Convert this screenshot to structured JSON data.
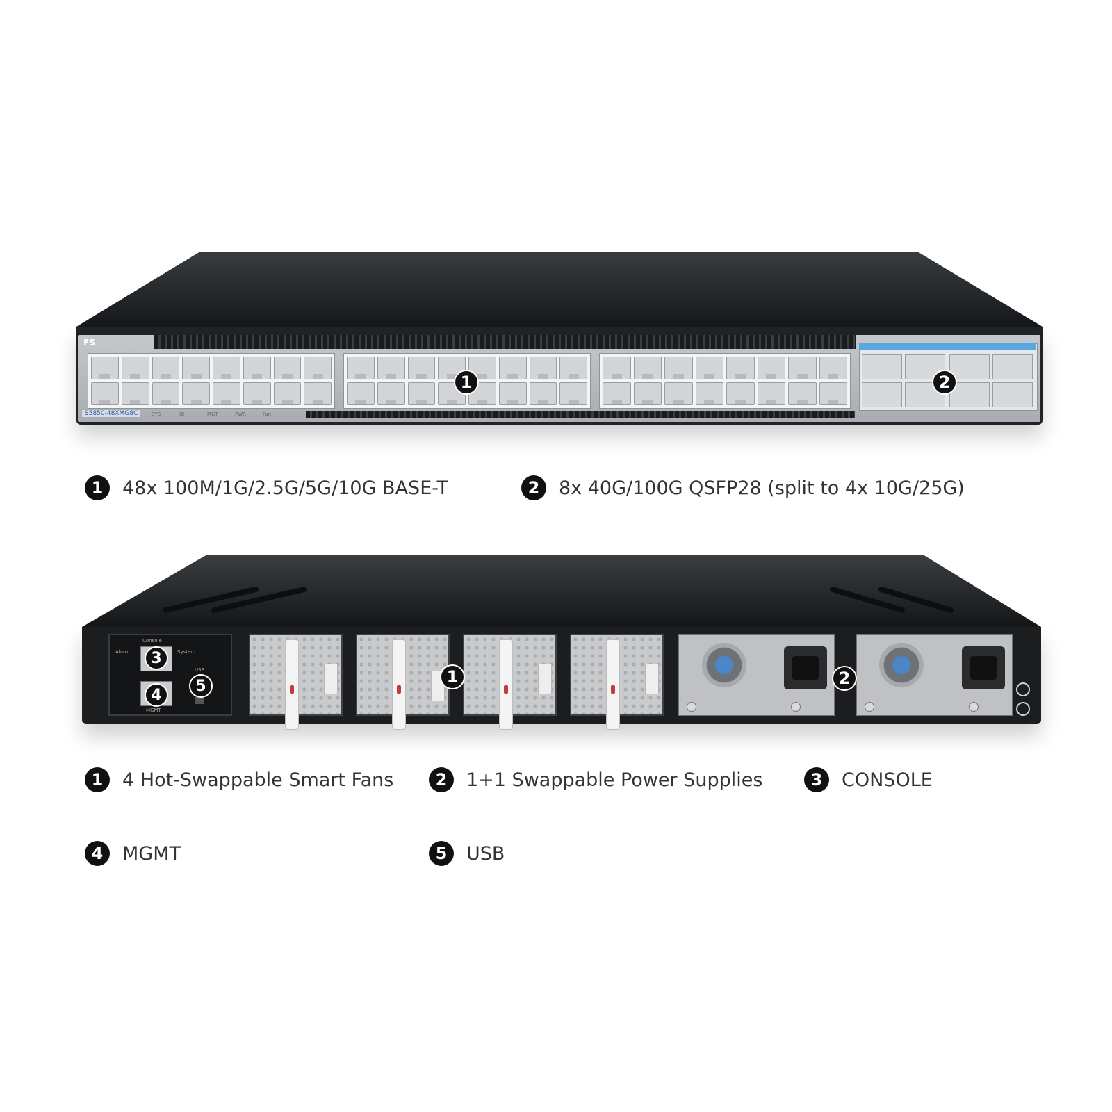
{
  "front": {
    "logo": "FS",
    "model": "S5850-48XMG8C",
    "led_labels": [
      "SYS",
      "ID",
      "MGT",
      "PWR",
      "Fan"
    ],
    "callouts": {
      "rj45": "1",
      "qsfp": "2"
    },
    "legend": [
      {
        "num": "1",
        "text": "48x 100M/1G/2.5G/5G/10G BASE-T"
      },
      {
        "num": "2",
        "text": "8x 40G/100G QSFP28 (split to 4x 10G/25G)"
      }
    ]
  },
  "rear": {
    "panel_labels": {
      "console": "Console",
      "alarm": "Alarm",
      "system": "System",
      "usb": "USB",
      "mgmt": "MGMT"
    },
    "callouts": {
      "console": "3",
      "mgmt": "4",
      "usb": "5",
      "fans": "1",
      "psu": "2"
    },
    "legend": [
      {
        "num": "1",
        "text": "4 Hot-Swappable Smart Fans"
      },
      {
        "num": "2",
        "text": "1+1 Swappable Power Supplies"
      },
      {
        "num": "3",
        "text": "CONSOLE"
      },
      {
        "num": "4",
        "text": "MGMT"
      },
      {
        "num": "5",
        "text": "USB"
      }
    ]
  },
  "colors": {
    "badge": "#111111",
    "chassis": "#202224",
    "accent_blue": "#5aa8df",
    "fan_latch_red": "#c23a3a"
  }
}
